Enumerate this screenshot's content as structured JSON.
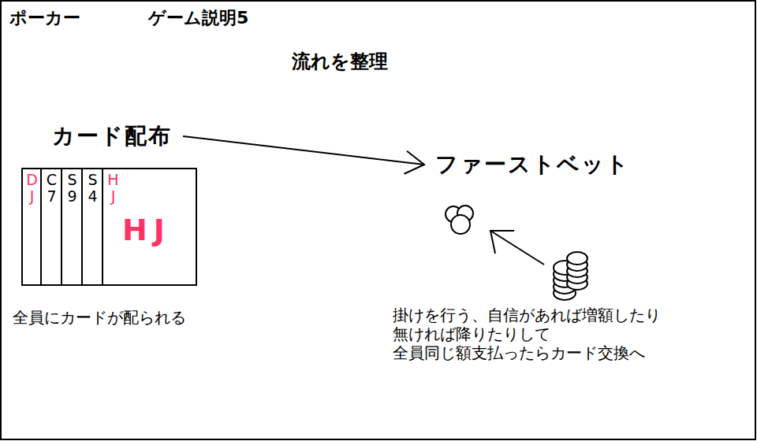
{
  "diagram": {
    "title": "ポーカー",
    "nodes": [
      {
        "text": [
          "カード配布"
        ]
      },
      {
        "text": [
          "ファーストベット"
        ]
      }
    ],
    "edges": [
      {
        "from": 0,
        "to": 1,
        "arrow": "to"
      }
    ],
    "labels": [
      "ゲーム説明5",
      "流れを整理",
      "DJ",
      "C7",
      "S9",
      "S4",
      "HJ",
      "HJ",
      "全員にカードが配られる",
      "掛けを行う、自信があれば増額したり 無ければ降りたりして 全員同じ額支払ったらカード交換へ"
    ]
  }
}
